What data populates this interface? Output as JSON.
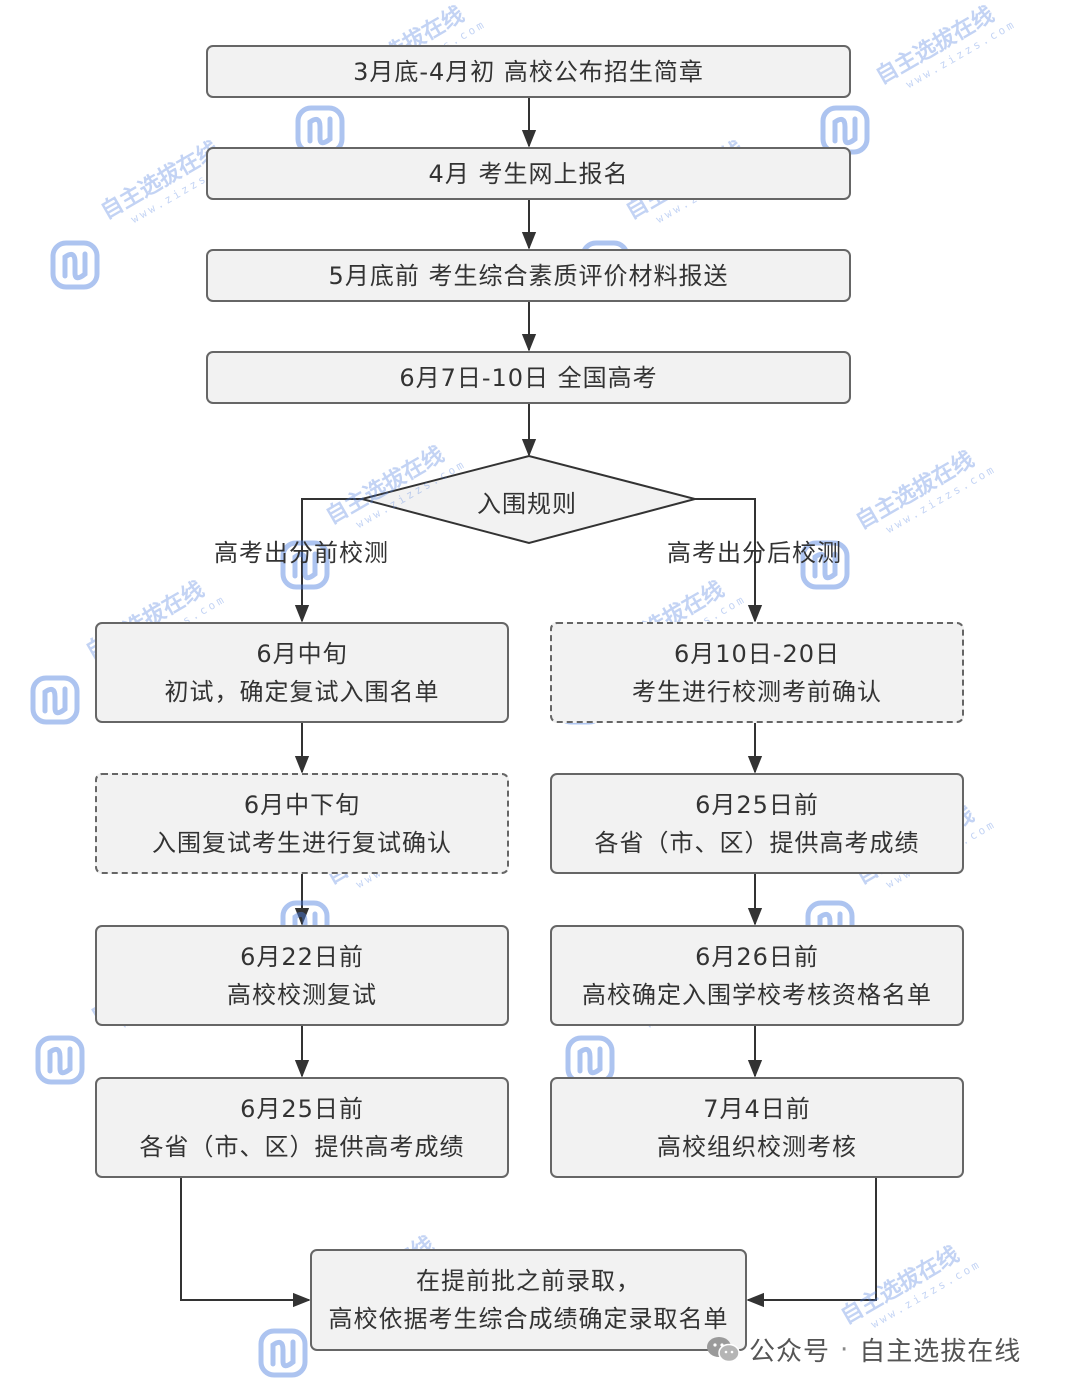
{
  "nodes": {
    "step1": "3月底-4月初 高校公布招生简章",
    "step2": "4月 考生网上报名",
    "step3": "5月底前 考生综合素质评价材料报送",
    "step4": "6月7日-10日 全国高考",
    "decision": "入围规则",
    "left": {
      "branch_label": "高考出分前校测",
      "b1": {
        "date": "6月中旬",
        "text": "初试，确定复试入围名单"
      },
      "b2": {
        "date": "6月中下旬",
        "text": "入围复试考生进行复试确认"
      },
      "b3": {
        "date": "6月22日前",
        "text": "高校校测复试"
      },
      "b4": {
        "date": "6月25日前",
        "text": "各省（市、区）提供高考成绩"
      }
    },
    "right": {
      "branch_label": "高考出分后校测",
      "b1": {
        "date": "6月10日-20日",
        "text": "考生进行校测考前确认"
      },
      "b2": {
        "date": "6月25日前",
        "text": "各省（市、区）提供高考成绩"
      },
      "b3": {
        "date": "6月26日前",
        "text": "高校确定入围学校考核资格名单"
      },
      "b4": {
        "date": "7月4日前",
        "text": "高校组织校测考核"
      }
    },
    "final": {
      "line1": "在提前批之前录取，",
      "line2": "高校依据考生综合成绩确定录取名单"
    }
  },
  "watermark": {
    "text": "自主选拔在线",
    "url": "www.zizzs.com"
  },
  "footer": {
    "platform": "公众号",
    "account": "自主选拔在线"
  },
  "colors": {
    "box_fill": "#f2f2f2",
    "box_border": "#666666",
    "line": "#333333",
    "watermark": "#4b7de0"
  }
}
